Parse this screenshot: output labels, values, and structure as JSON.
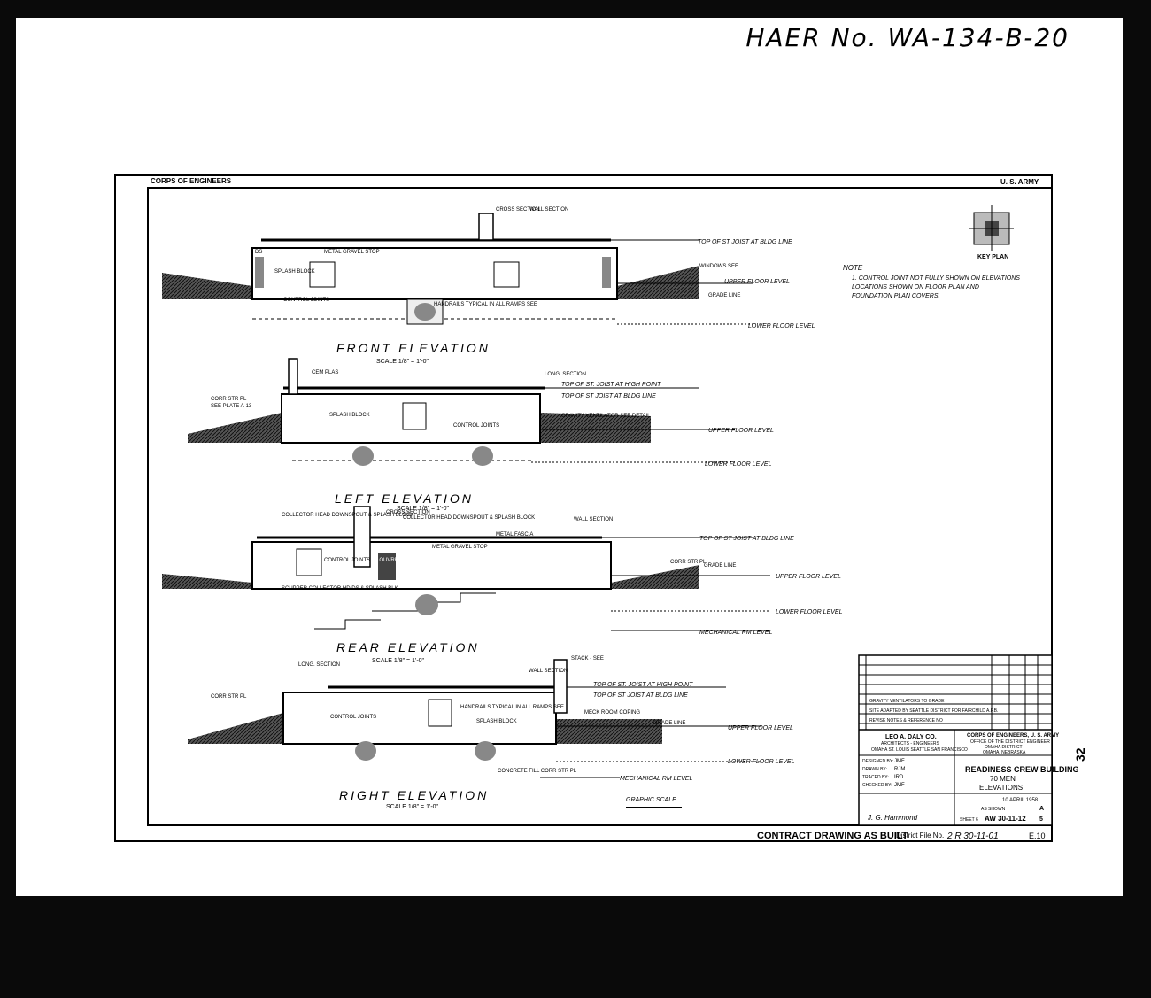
{
  "header": {
    "haer_number": "HAER No. WA-134-B-20"
  },
  "sheet": {
    "left_title": "CORPS OF ENGINEERS",
    "right_title": "U. S. ARMY",
    "note_title": "NOTE",
    "note_text_1": "1. CONTROL JOINT NOT FULLY SHOWN ON ELEVATIONS",
    "note_text_2": "LOCATIONS SHOWN ON FLOOR PLAN AND",
    "note_text_3": "FOUNDATION PLAN COVERS.",
    "key_plan": "KEY PLAN",
    "contract_stamp": "CONTRACT DRAWING AS BUILT",
    "district_file": "District File No.",
    "district_file_no": "2 R 30-11-01",
    "side_number": "32",
    "sheet_corner": "E.10"
  },
  "elevations": {
    "front": {
      "title": "FRONT ELEVATION",
      "scale": "SCALE 1/8\" = 1'-0\""
    },
    "left": {
      "title": "LEFT ELEVATION",
      "scale": "SCALE 1/8\" = 1'-0\""
    },
    "rear": {
      "title": "REAR ELEVATION",
      "scale": "SCALE 1/8\" = 1'-0\""
    },
    "right": {
      "title": "RIGHT ELEVATION",
      "scale": "SCALE 1/8\" = 1'-0\""
    }
  },
  "labels": {
    "top_joist_bldg": "TOP OF ST JOIST AT BLDG LINE",
    "top_joist_high": "TOP OF ST. JOIST AT HIGH POINT",
    "upper_floor": "UPPER FLOOR LEVEL",
    "lower_floor": "LOWER FLOOR LEVEL",
    "mechanical_rm": "MECHANICAL RM LEVEL",
    "grade_line": "GRADE LINE",
    "metal_gravel_stop": "METAL GRAVEL STOP",
    "splash_block": "SPLASH BLOCK",
    "control_joints": "CONTROL JOINTS",
    "handrails": "HANDRAILS TYPICAL IN ALL RAMPS SEE",
    "windows": "WINDOWS SEE",
    "cross_section": "CROSS SECTION",
    "wall_section": "WALL SECTION",
    "long_section": "LONG. SECTION",
    "cem_plas": "CEM PLAS",
    "corr_str_pl": "CORR STR PL",
    "see_plate": "SEE PLATE A-13",
    "gravity_ventilator": "GRAVITY VENTILATOR SEE DETAIL",
    "collector_head_1": "COLLECTOR HEAD DOWNSPOUT & SPLASH BLOCK",
    "collector_head_2": "COLLECTOR HEAD DOWNSPOUT & SPLASH BLOCK",
    "metal_fascia": "METAL FASCIA",
    "louvre": "LOUVRE",
    "scupper": "SCUPPER COLLECTOR HD DS & SPLASH BLK",
    "stack": "STACK - SEE",
    "concrete_fill": "CONCRETE FILL CORR STR PL",
    "meck_room": "MECK ROOM COPING",
    "graphic_scale": "GRAPHIC SCALE",
    "ds": "DS"
  },
  "title_block": {
    "rev_a": "GRAVITY VENTILATORS TO GRADE",
    "rev_b": "SITE ADAPTED BY SEATTLE DISTRICT FOR FAIRCHILD A.F.B.",
    "rev_c": "REVISE NOTES & REFERENCE NO",
    "firm_name": "LEO A. DALY CO.",
    "firm_sub": "ARCHITECTS - ENGINEERS",
    "firm_cities": "OMAHA ST. LOUIS SEATTLE SAN FRANCISCO",
    "agency": "CORPS OF ENGINEERS, U. S. ARMY",
    "agency_sub1": "OFFICE OF THE DISTRICT ENGINEER",
    "agency_sub2": "OMAHA DISTRICT",
    "agency_sub3": "OMAHA, NEBRASKA",
    "designed_by": "JMF",
    "drawn_by": "RJM",
    "traced_by": "IRD",
    "checked_by": "JMF",
    "project_title": "READINESS CREW BUILDING",
    "project_sub": "70 MEN",
    "project_sheet": "ELEVATIONS",
    "date": "10 APRIL 1958",
    "scale": "AS SHOWN",
    "sheet": "SHEET 6",
    "drawing_number": "AW 30-11-12",
    "sheet_letter": "A",
    "sheet_num": "5",
    "signature": "J. G. Hammond"
  }
}
